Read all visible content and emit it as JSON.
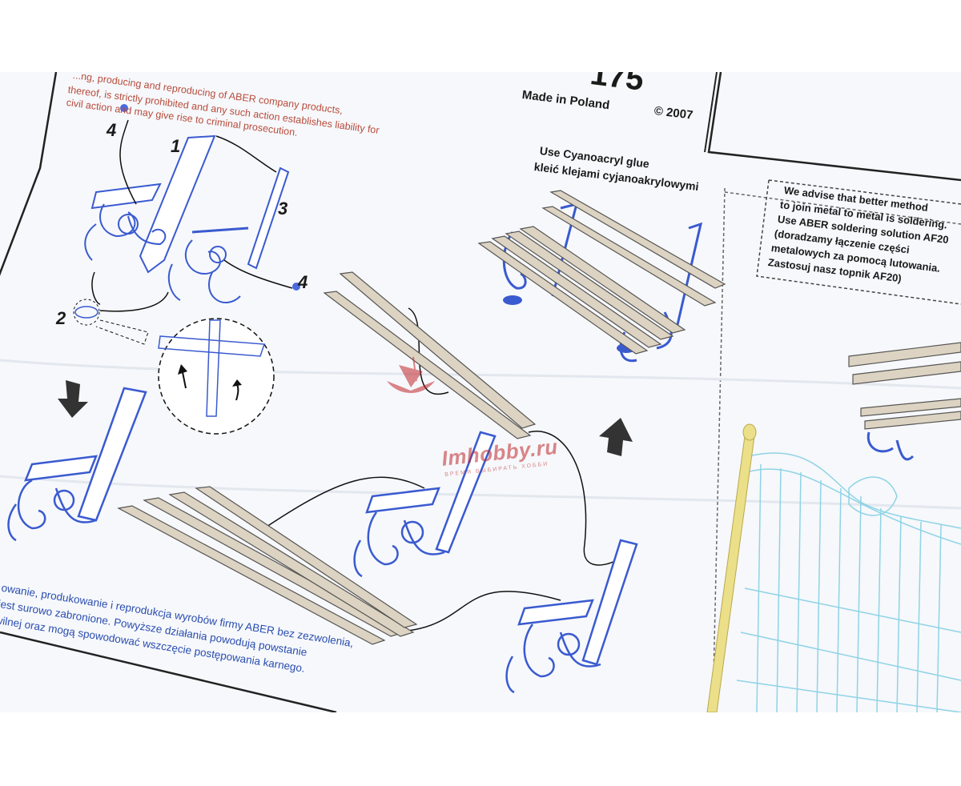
{
  "copyright_en": [
    "thereof, is strictly prohibited and any such action establishes liability for",
    "civil action and may give rise to criminal prosecution."
  ],
  "copyright_en_top": "...ng, producing and reproducing of ABER company products,",
  "part_code": "175",
  "made_in": "Made in Poland",
  "copyright_year": "© 2007",
  "glue_en": "Use Cyanoacryl glue",
  "glue_pl": "kleić klejami cyjanoakrylowymi",
  "advice": [
    "We advise that better method",
    "to join metal to metal is soldering.",
    "Use ABER soldering solution AF20",
    "(doradzamy łączenie części",
    "metalowych za pomocą lutowania.",
    "Zastosuj nasz topnik AF20)"
  ],
  "polish_notice": [
    "...owanie, produkowanie i reprodukcja wyrobów firmy ABER bez zezwolenia,",
    "...jest surowo zabronione. Powyższe działania powodują powstanie",
    "...wilnej oraz mogą spowodować wszczęcie postępowania karnego."
  ],
  "step_numbers": [
    "1",
    "2",
    "3",
    "4",
    "4"
  ],
  "watermark": "Imhobby.ru",
  "watermark_tagline": "ВРЕМЯ ВЫБИРАТЬ ХОББИ",
  "colors": {
    "paper": "#f6f8fb",
    "ink_blue": "#2a4db0",
    "wood": "#ddd3c2",
    "copyright_red": "#b84a3a",
    "gate_cyan": "#8fd3e6",
    "pole_yellow": "#ecdf8a"
  }
}
